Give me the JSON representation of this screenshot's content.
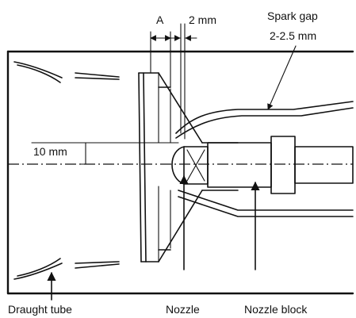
{
  "diagram": {
    "labels": {
      "dim_a": "A",
      "dim_2mm": "2 mm",
      "spark_gap_line1": "Spark gap",
      "spark_gap_line2": "2-2.5 mm",
      "dim_10mm": "10 mm",
      "draught_tube": "Draught tube",
      "nozzle": "Nozzle",
      "nozzle_block": "Nozzle block"
    }
  }
}
